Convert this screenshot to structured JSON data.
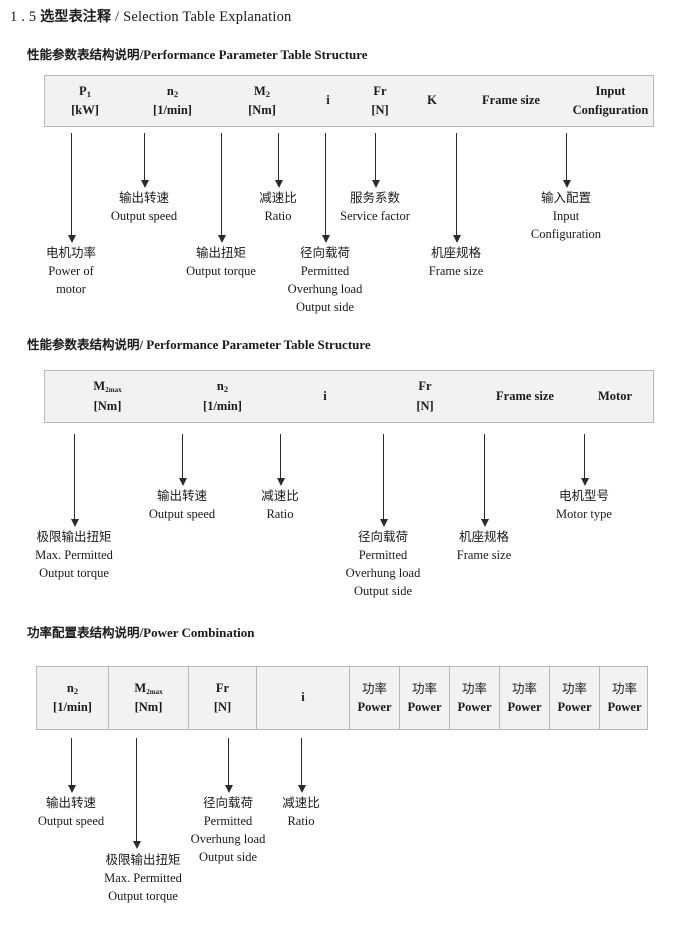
{
  "page": {
    "title_number": "1 . 5",
    "title_cn": "选型表注释",
    "title_sep": "/",
    "title_en": "Selection Table Explanation"
  },
  "sections": [
    {
      "heading_cn": "性能参数表结构说明",
      "heading_sep": "/",
      "heading_en": "Performance Parameter Table Structure",
      "columns": [
        {
          "symbol": "P",
          "sub": "1",
          "unit": "[kW]"
        },
        {
          "symbol": "n",
          "sub": "2",
          "unit": "[1/min]"
        },
        {
          "symbol": "M",
          "sub": "2",
          "unit": "[Nm]"
        },
        {
          "symbol": "i",
          "sub": "",
          "unit": ""
        },
        {
          "symbol": "Fr",
          "sub": "",
          "unit": "[N]"
        },
        {
          "symbol": "K",
          "sub": "",
          "unit": ""
        },
        {
          "symbol": "Frame size",
          "sub": "",
          "unit": ""
        },
        {
          "symbol": "Input",
          "sub": "",
          "unit": "Configuration"
        }
      ],
      "notes": [
        {
          "cn": "电机功率",
          "en1": "Power of",
          "en2": "motor",
          "en3": ""
        },
        {
          "cn": "输出转速",
          "en1": "Output speed",
          "en2": "",
          "en3": ""
        },
        {
          "cn": "输出扭矩",
          "en1": "Output torque",
          "en2": "",
          "en3": ""
        },
        {
          "cn": "减速比",
          "en1": "Ratio",
          "en2": "",
          "en3": ""
        },
        {
          "cn": "径向载荷",
          "en1": "Permitted",
          "en2": "Overhung load",
          "en3": "Output side"
        },
        {
          "cn": "服务系数",
          "en1": "Service factor",
          "en2": "",
          "en3": ""
        },
        {
          "cn": "机座规格",
          "en1": "Frame size",
          "en2": "",
          "en3": ""
        },
        {
          "cn": "输入配置",
          "en1": "Input",
          "en2": "Configuration",
          "en3": ""
        }
      ]
    },
    {
      "heading_cn": "性能参数表结构说明",
      "heading_sep": "/",
      "heading_en": "Performance Parameter Table Structure",
      "columns": [
        {
          "symbol": "M",
          "sub": "2max",
          "unit": "[Nm]"
        },
        {
          "symbol": "n",
          "sub": "2",
          "unit": "[1/min]"
        },
        {
          "symbol": "i",
          "sub": "",
          "unit": ""
        },
        {
          "symbol": "Fr",
          "sub": "",
          "unit": "[N]"
        },
        {
          "symbol": "Frame size",
          "sub": "",
          "unit": ""
        },
        {
          "symbol": "Motor",
          "sub": "",
          "unit": ""
        }
      ],
      "notes": [
        {
          "cn": "极限输出扭矩",
          "en1": "Max. Permitted",
          "en2": "Output  torque",
          "en3": ""
        },
        {
          "cn": "输出转速",
          "en1": "Output speed",
          "en2": "",
          "en3": ""
        },
        {
          "cn": "减速比",
          "en1": "Ratio",
          "en2": "",
          "en3": ""
        },
        {
          "cn": "径向载荷",
          "en1": "Permitted",
          "en2": "Overhung load",
          "en3": "Output side"
        },
        {
          "cn": "机座规格",
          "en1": "Frame size",
          "en2": "",
          "en3": ""
        },
        {
          "cn": "电机型号",
          "en1": "Motor type",
          "en2": "",
          "en3": ""
        }
      ]
    },
    {
      "heading_cn": "功率配置表结构说明",
      "heading_sep": "/",
      "heading_en": "Power Combination",
      "columns": [
        {
          "symbol": "n",
          "sub": "2",
          "unit": "[1/min]"
        },
        {
          "symbol": "M",
          "sub": "2max",
          "unit": "[Nm]"
        },
        {
          "symbol": "Fr",
          "sub": "",
          "unit": "[N]"
        },
        {
          "symbol": "i",
          "sub": "",
          "unit": ""
        },
        {
          "symbol_cn": "功率",
          "unit": "Power"
        },
        {
          "symbol_cn": "功率",
          "unit": "Power"
        },
        {
          "symbol_cn": "功率",
          "unit": "Power"
        },
        {
          "symbol_cn": "功率",
          "unit": "Power"
        },
        {
          "symbol_cn": "功率",
          "unit": "Power"
        },
        {
          "symbol_cn": "功率",
          "unit": "Power"
        }
      ],
      "notes": [
        {
          "cn": "输出转速",
          "en1": "Output speed",
          "en2": "",
          "en3": ""
        },
        {
          "cn": "极限输出扭矩",
          "en1": "Max. Permitted",
          "en2": "Output  torque",
          "en3": ""
        },
        {
          "cn": "径向载荷",
          "en1": "Permitted",
          "en2": "Overhung load",
          "en3": "Output side"
        },
        {
          "cn": "减速比",
          "en1": "Ratio",
          "en2": "",
          "en3": ""
        }
      ]
    }
  ]
}
